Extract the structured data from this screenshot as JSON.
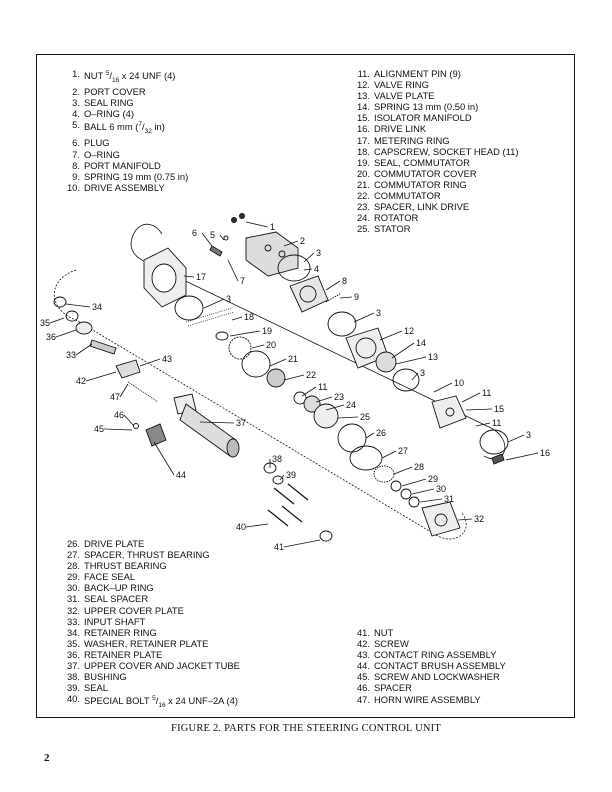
{
  "legend_top_left": [
    {
      "n": "1.",
      "pre": "NUT ",
      "sup": "5",
      "sub": "16",
      "post": " x 24 UNF (4)"
    },
    {
      "n": "2.",
      "text": "PORT COVER"
    },
    {
      "n": "3.",
      "text": "SEAL RING"
    },
    {
      "n": "4.",
      "text": "O–RING (4)"
    },
    {
      "n": "5.",
      "pre": "BALL 6 mm (",
      "sup": "7",
      "sub": "32",
      "post": " in)"
    },
    {
      "n": "6.",
      "text": "PLUG"
    },
    {
      "n": "7.",
      "text": "O–RING"
    },
    {
      "n": "8.",
      "text": "PORT MANIFOLD"
    },
    {
      "n": "9.",
      "text": "SPRING 19 mm (0.75 in)"
    },
    {
      "n": "10.",
      "text": "DRIVE ASSEMBLY"
    }
  ],
  "legend_top_right": [
    {
      "n": "11.",
      "text": "ALIGNMENT PIN (9)"
    },
    {
      "n": "12.",
      "text": "VALVE RING"
    },
    {
      "n": "13.",
      "text": "VALVE PLATE"
    },
    {
      "n": "14.",
      "text": "SPRING 13 mm (0.50 in)"
    },
    {
      "n": "15.",
      "text": "ISOLATOR MANIFOLD"
    },
    {
      "n": "16.",
      "text": "DRIVE LINK"
    },
    {
      "n": "17.",
      "text": "METERING RING"
    },
    {
      "n": "18.",
      "text": "CAPSCREW, SOCKET HEAD (11)"
    },
    {
      "n": "19.",
      "text": "SEAL, COMMUTATOR"
    },
    {
      "n": "20.",
      "text": "COMMUTATOR COVER"
    },
    {
      "n": "21.",
      "text": "COMMUTATOR RING"
    },
    {
      "n": "22.",
      "text": "COMMUTATOR"
    },
    {
      "n": "23.",
      "text": "SPACER, LINK DRIVE"
    },
    {
      "n": "24.",
      "text": "ROTATOR"
    },
    {
      "n": "25.",
      "text": "STATOR"
    }
  ],
  "legend_bottom_left": [
    {
      "n": "26.",
      "text": "DRIVE PLATE"
    },
    {
      "n": "27.",
      "text": "SPACER, THRUST BEARING"
    },
    {
      "n": "28.",
      "text": "THRUST BEARING"
    },
    {
      "n": "29.",
      "text": "FACE SEAL"
    },
    {
      "n": "30.",
      "text": "BACK–UP RING"
    },
    {
      "n": "31.",
      "text": "SEAL SPACER"
    },
    {
      "n": "32.",
      "text": "UPPER COVER PLATE"
    },
    {
      "n": "33.",
      "text": "INPUT SHAFT"
    },
    {
      "n": "34.",
      "text": "RETAINER RING"
    },
    {
      "n": "35.",
      "text": "WASHER, RETAINER PLATE"
    },
    {
      "n": "36.",
      "text": "RETAINER PLATE"
    },
    {
      "n": "37.",
      "text": "UPPER COVER AND JACKET TUBE"
    },
    {
      "n": "38.",
      "text": "BUSHING"
    },
    {
      "n": "39.",
      "text": "SEAL"
    },
    {
      "n": "40.",
      "pre": "SPECIAL BOLT ",
      "sup": "5",
      "sub": "16",
      "post": " x 24 UNF–2A (4)"
    }
  ],
  "legend_bottom_right": [
    {
      "n": "41.",
      "text": "NUT"
    },
    {
      "n": "42.",
      "text": "SCREW"
    },
    {
      "n": "43.",
      "text": "CONTACT RING ASSEMBLY"
    },
    {
      "n": "44.",
      "text": "CONTACT BRUSH ASSEMBLY"
    },
    {
      "n": "45.",
      "text": "SCREW AND LOCKWASHER"
    },
    {
      "n": "46.",
      "text": "SPACER"
    },
    {
      "n": "47.",
      "text": "HORN WIRE ASSEMBLY"
    }
  ],
  "callouts": [
    "1",
    "2",
    "3",
    "4",
    "5",
    "6",
    "7",
    "8",
    "9",
    "3",
    "12",
    "14",
    "13",
    "3",
    "10",
    "11",
    "15",
    "11",
    "3",
    "16",
    "17",
    "3",
    "18",
    "19",
    "20",
    "21",
    "22",
    "11",
    "23",
    "24",
    "25",
    "26",
    "27",
    "28",
    "29",
    "30",
    "31",
    "32",
    "34",
    "35",
    "36",
    "33",
    "43",
    "42",
    "47",
    "46",
    "45",
    "44",
    "37",
    "38",
    "39",
    "40",
    "41"
  ],
  "caption": "FIGURE 2. PARTS FOR THE STEERING CONTROL UNIT",
  "page_number": "2"
}
